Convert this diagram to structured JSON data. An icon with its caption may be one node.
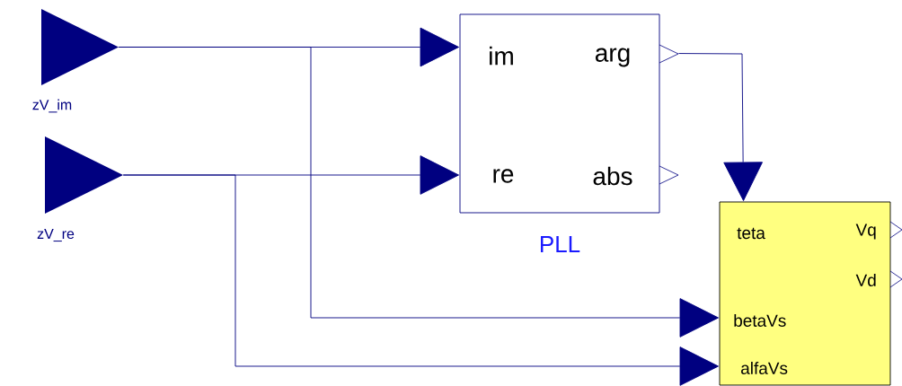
{
  "diagram": {
    "nodes": [
      {
        "text": [
          "zV_im"
        ]
      },
      {
        "text": [
          "zV_re"
        ]
      },
      {
        "text": [
          "im",
          "arg",
          "re",
          "abs",
          "PLL"
        ]
      },
      {
        "text": [
          "teta",
          "Vq",
          "Vd",
          "betaVs",
          "alfaVs"
        ]
      }
    ],
    "edges": [
      {
        "from": 0,
        "to": 2,
        "arrow": "to"
      },
      {
        "from": 1,
        "to": 2,
        "arrow": "to"
      },
      {
        "from": 2,
        "to": 3,
        "arrow": "to"
      },
      {
        "from": 0,
        "to": 3,
        "arrow": "to"
      },
      {
        "from": 1,
        "to": 3,
        "arrow": "to"
      }
    ]
  }
}
